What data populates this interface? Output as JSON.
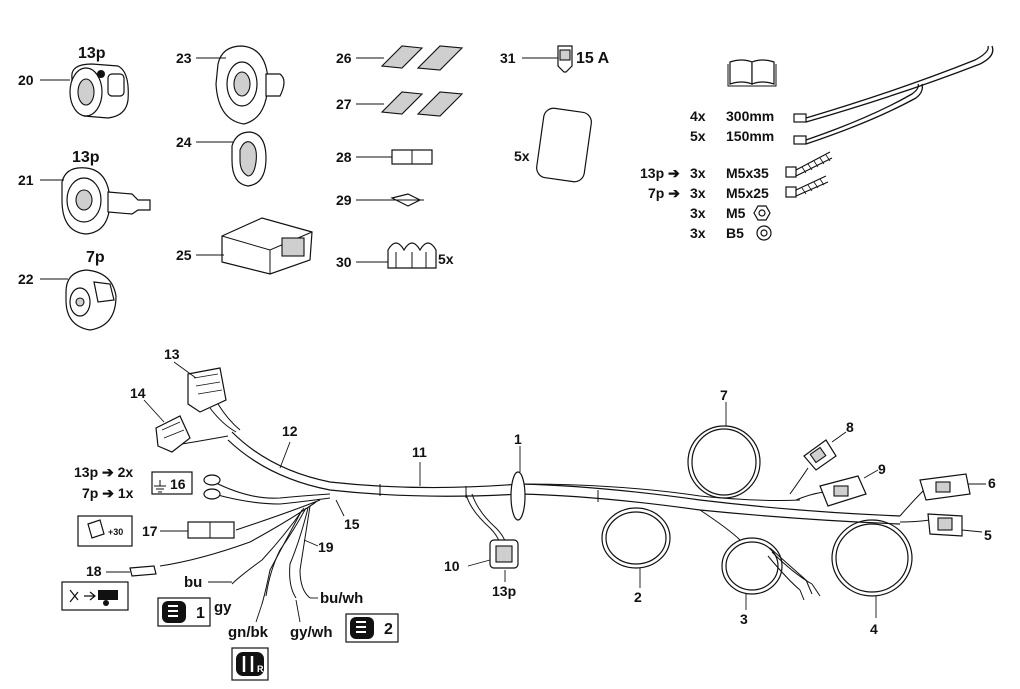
{
  "parts_kit": {
    "p20": {
      "number": "20",
      "label": "13p"
    },
    "p21": {
      "number": "21",
      "label": "13p"
    },
    "p22": {
      "number": "22",
      "label": "7p"
    },
    "p23": {
      "number": "23"
    },
    "p24": {
      "number": "24"
    },
    "p25": {
      "number": "25"
    },
    "p26": {
      "number": "26"
    },
    "p27": {
      "number": "27"
    },
    "p28": {
      "number": "28"
    },
    "p29": {
      "number": "29"
    },
    "p30": {
      "number": "30",
      "qty": "5x"
    },
    "p31": {
      "number": "31",
      "rating": "15 A"
    },
    "pad": {
      "qty": "5x"
    },
    "hardware": [
      {
        "prefix": "",
        "qty": "4x",
        "item": "300mm"
      },
      {
        "prefix": "",
        "qty": "5x",
        "item": "150mm"
      },
      {
        "prefix": "13p ➔",
        "qty": "3x",
        "item": "M5x35"
      },
      {
        "prefix": "7p ➔",
        "qty": "3x",
        "item": "M5x25"
      },
      {
        "prefix": "",
        "qty": "3x",
        "item": "M5"
      },
      {
        "prefix": "",
        "qty": "3x",
        "item": "B5"
      }
    ]
  },
  "harness": {
    "n1": "1",
    "n2": "2",
    "n3": "3",
    "n4": "4",
    "n5": "5",
    "n6": "6",
    "n7": "7",
    "n8": "8",
    "n9": "9",
    "n10": "10",
    "n10_label": "13p",
    "n11": "11",
    "n12": "12",
    "n13": "13",
    "n14": "14",
    "n15": "15",
    "n16": "16",
    "n16_line1": "13p ➔ 2x",
    "n16_line2": "7p ➔ 1x",
    "n17": "17",
    "n17_icon_text": "+30",
    "n18": "18",
    "n19": "19"
  },
  "wires": {
    "bu": "bu",
    "gy": "gy",
    "gn_bk": "gn/bk",
    "bu_wh": "bu/wh",
    "gy_wh": "gy/wh",
    "badge1": "1",
    "badge2": "2",
    "badge_r": "R"
  }
}
